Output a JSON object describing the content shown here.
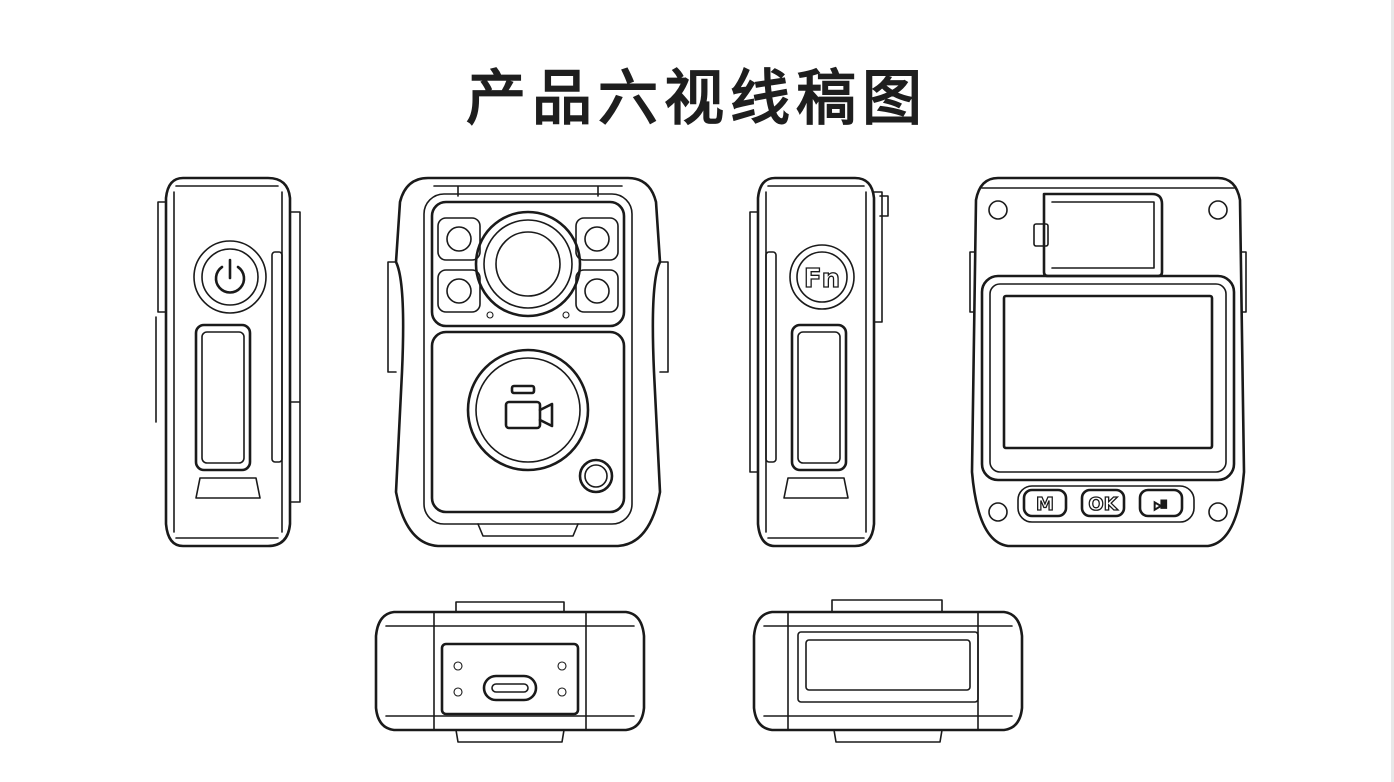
{
  "title": "产品六视线稿图",
  "views": {
    "front": {
      "button_labels": [
        "M",
        "OK",
        "⏯"
      ]
    },
    "right": {
      "button_label": "Fn"
    }
  }
}
